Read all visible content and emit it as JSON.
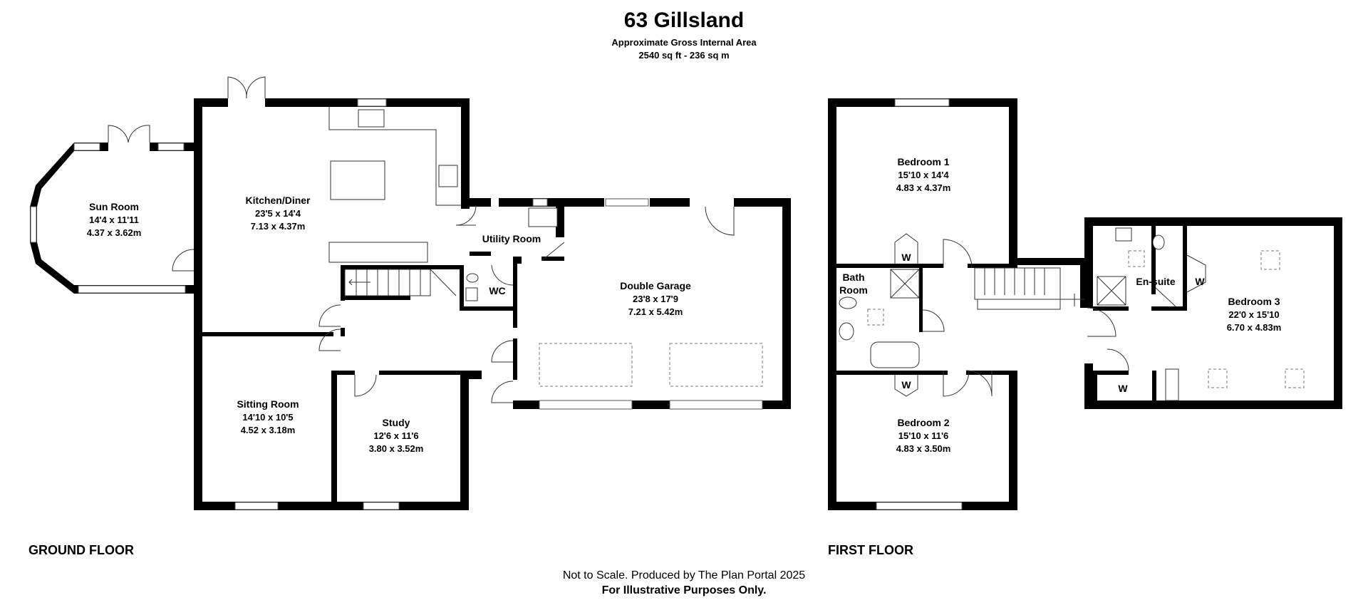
{
  "header": {
    "title": "63 Gillsland",
    "area_label": "Approximate Gross Internal Area",
    "area_value": "2540 sq ft - 236 sq m"
  },
  "floors": {
    "ground": "GROUND FLOOR",
    "first": "FIRST FLOOR"
  },
  "rooms": {
    "sun_room": {
      "name": "Sun Room",
      "imperial": "14'4 x 11'11",
      "metric": "4.37 x 3.62m"
    },
    "kitchen": {
      "name": "Kitchen/Diner",
      "imperial": "23'5 x 14'4",
      "metric": "7.13 x 4.37m"
    },
    "utility": {
      "name": "Utility Room"
    },
    "wc": {
      "name": "WC"
    },
    "garage": {
      "name": "Double Garage",
      "imperial": "23'8 x 17'9",
      "metric": "7.21 x 5.42m"
    },
    "sitting": {
      "name": "Sitting Room",
      "imperial": "14'10 x 10'5",
      "metric": "4.52 x 3.18m"
    },
    "study": {
      "name": "Study",
      "imperial": "12'6 x 11'6",
      "metric": "3.80 x 3.52m"
    },
    "bedroom1": {
      "name": "Bedroom 1",
      "imperial": "15'10 x 14'4",
      "metric": "4.83 x 4.37m"
    },
    "bathroom": {
      "line1": "Bath",
      "line2": "Room"
    },
    "ensuite": {
      "name": "En-suite"
    },
    "bedroom3": {
      "name": "Bedroom 3",
      "imperial": "22'0 x 15'10",
      "metric": "6.70 x 4.83m"
    },
    "bedroom2": {
      "name": "Bedroom 2",
      "imperial": "15'10 x 11'6",
      "metric": "4.83 x 3.50m"
    },
    "wardrobe": "W"
  },
  "footer": {
    "note": "Not to Scale. Produced by The Plan Portal 2025",
    "disclaimer": "For Illustrative Purposes Only."
  }
}
